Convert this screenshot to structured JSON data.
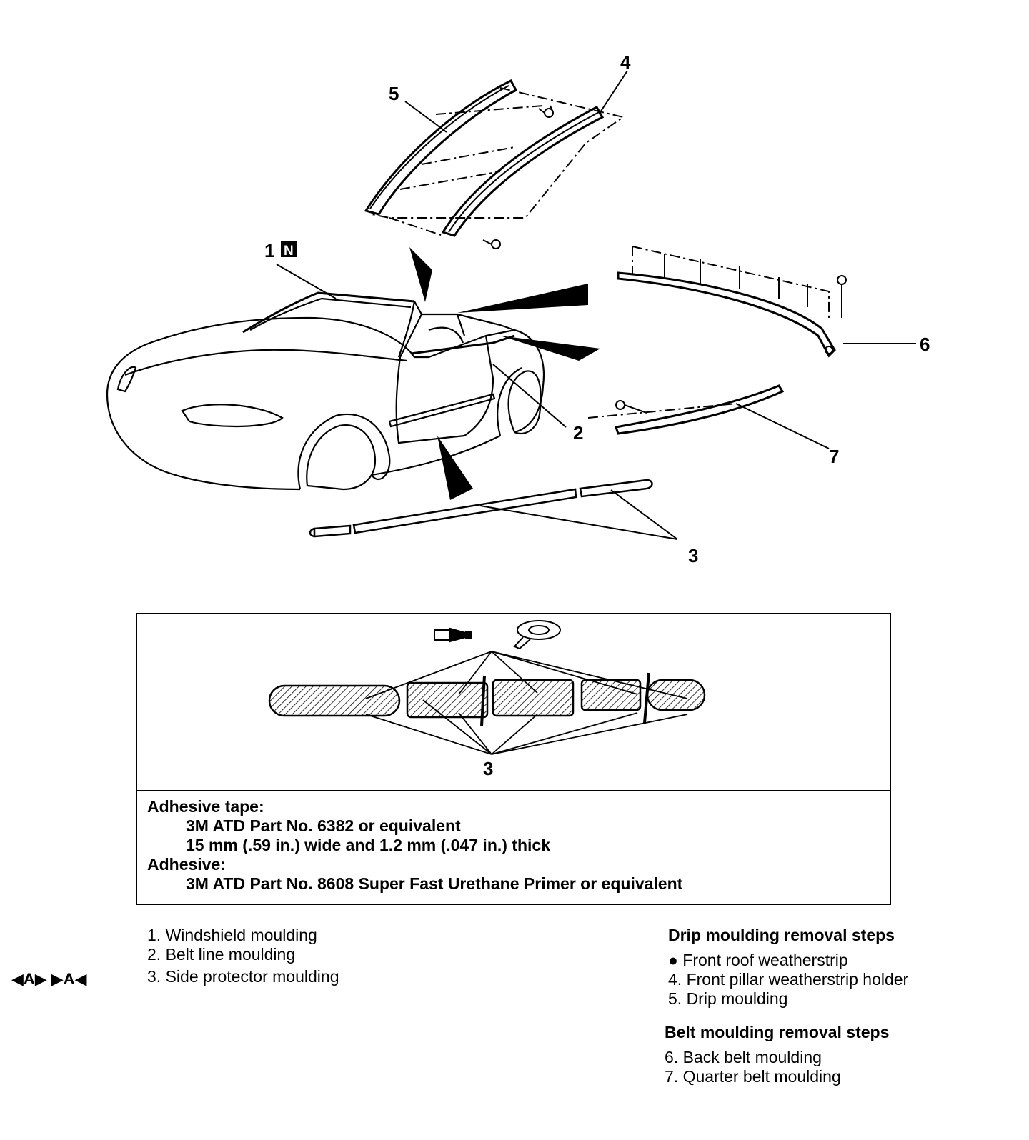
{
  "callouts": {
    "c1": "1",
    "c1_badge": "N",
    "c2": "2",
    "c3a": "3",
    "c3b": "3",
    "c4": "4",
    "c5": "5",
    "c6": "6",
    "c7": "7"
  },
  "spec": {
    "tape_label": "Adhesive tape:",
    "tape_part": "3M ATD Part No. 6382 or equivalent",
    "tape_size": "15 mm (.59 in.) wide and 1.2 mm (.047 in.) thick",
    "adhesive_label": "Adhesive:",
    "adhesive_part": "3M ATD Part No. 8608 Super Fast Urethane Primer or equivalent"
  },
  "parts_list": {
    "marks": "◀A▶ ▶A◀",
    "items": [
      "1. Windshield moulding",
      "2. Belt line moulding",
      "3. Side protector moulding"
    ]
  },
  "drip_steps": {
    "title": "Drip moulding removal steps",
    "items": [
      "●  Front roof weatherstrip",
      "4. Front pillar weatherstrip holder",
      "5. Drip moulding"
    ]
  },
  "belt_steps": {
    "title": "Belt moulding removal steps",
    "items": [
      "6. Back belt moulding",
      "7. Quarter belt moulding"
    ]
  }
}
